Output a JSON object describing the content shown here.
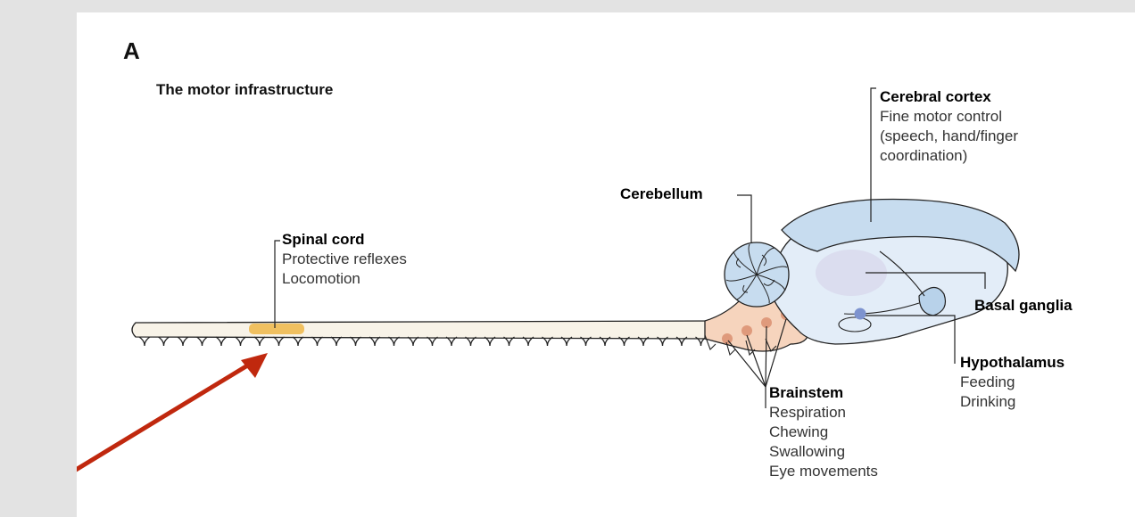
{
  "panel_letter": "A",
  "subtitle": "The motor infrastructure",
  "colors": {
    "slide_bg": "#e3e3e3",
    "brain_fill": "#c7dcef",
    "cord_fill": "#f8f3e8",
    "brainstem_fill": "#f6d4bd",
    "highlight": "#f0c060",
    "hypothalamus": "#7d93cf",
    "arrow": "#c0280e"
  },
  "labels": {
    "cortex": {
      "title": "Cerebral cortex",
      "lines": [
        "Fine motor control",
        "(speech, hand/finger",
        "coordination)"
      ]
    },
    "cerebellum": {
      "title": "Cerebellum"
    },
    "spinal": {
      "title": "Spinal cord",
      "lines": [
        "Protective reflexes",
        "Locomotion"
      ]
    },
    "basal": {
      "title": "Basal ganglia"
    },
    "hypothalamus": {
      "title": "Hypothalamus",
      "lines": [
        "Feeding",
        "Drinking"
      ]
    },
    "brainstem": {
      "title": "Brainstem",
      "lines": [
        "Respiration",
        "Chewing",
        "Swallowing",
        "Eye movements"
      ]
    }
  }
}
